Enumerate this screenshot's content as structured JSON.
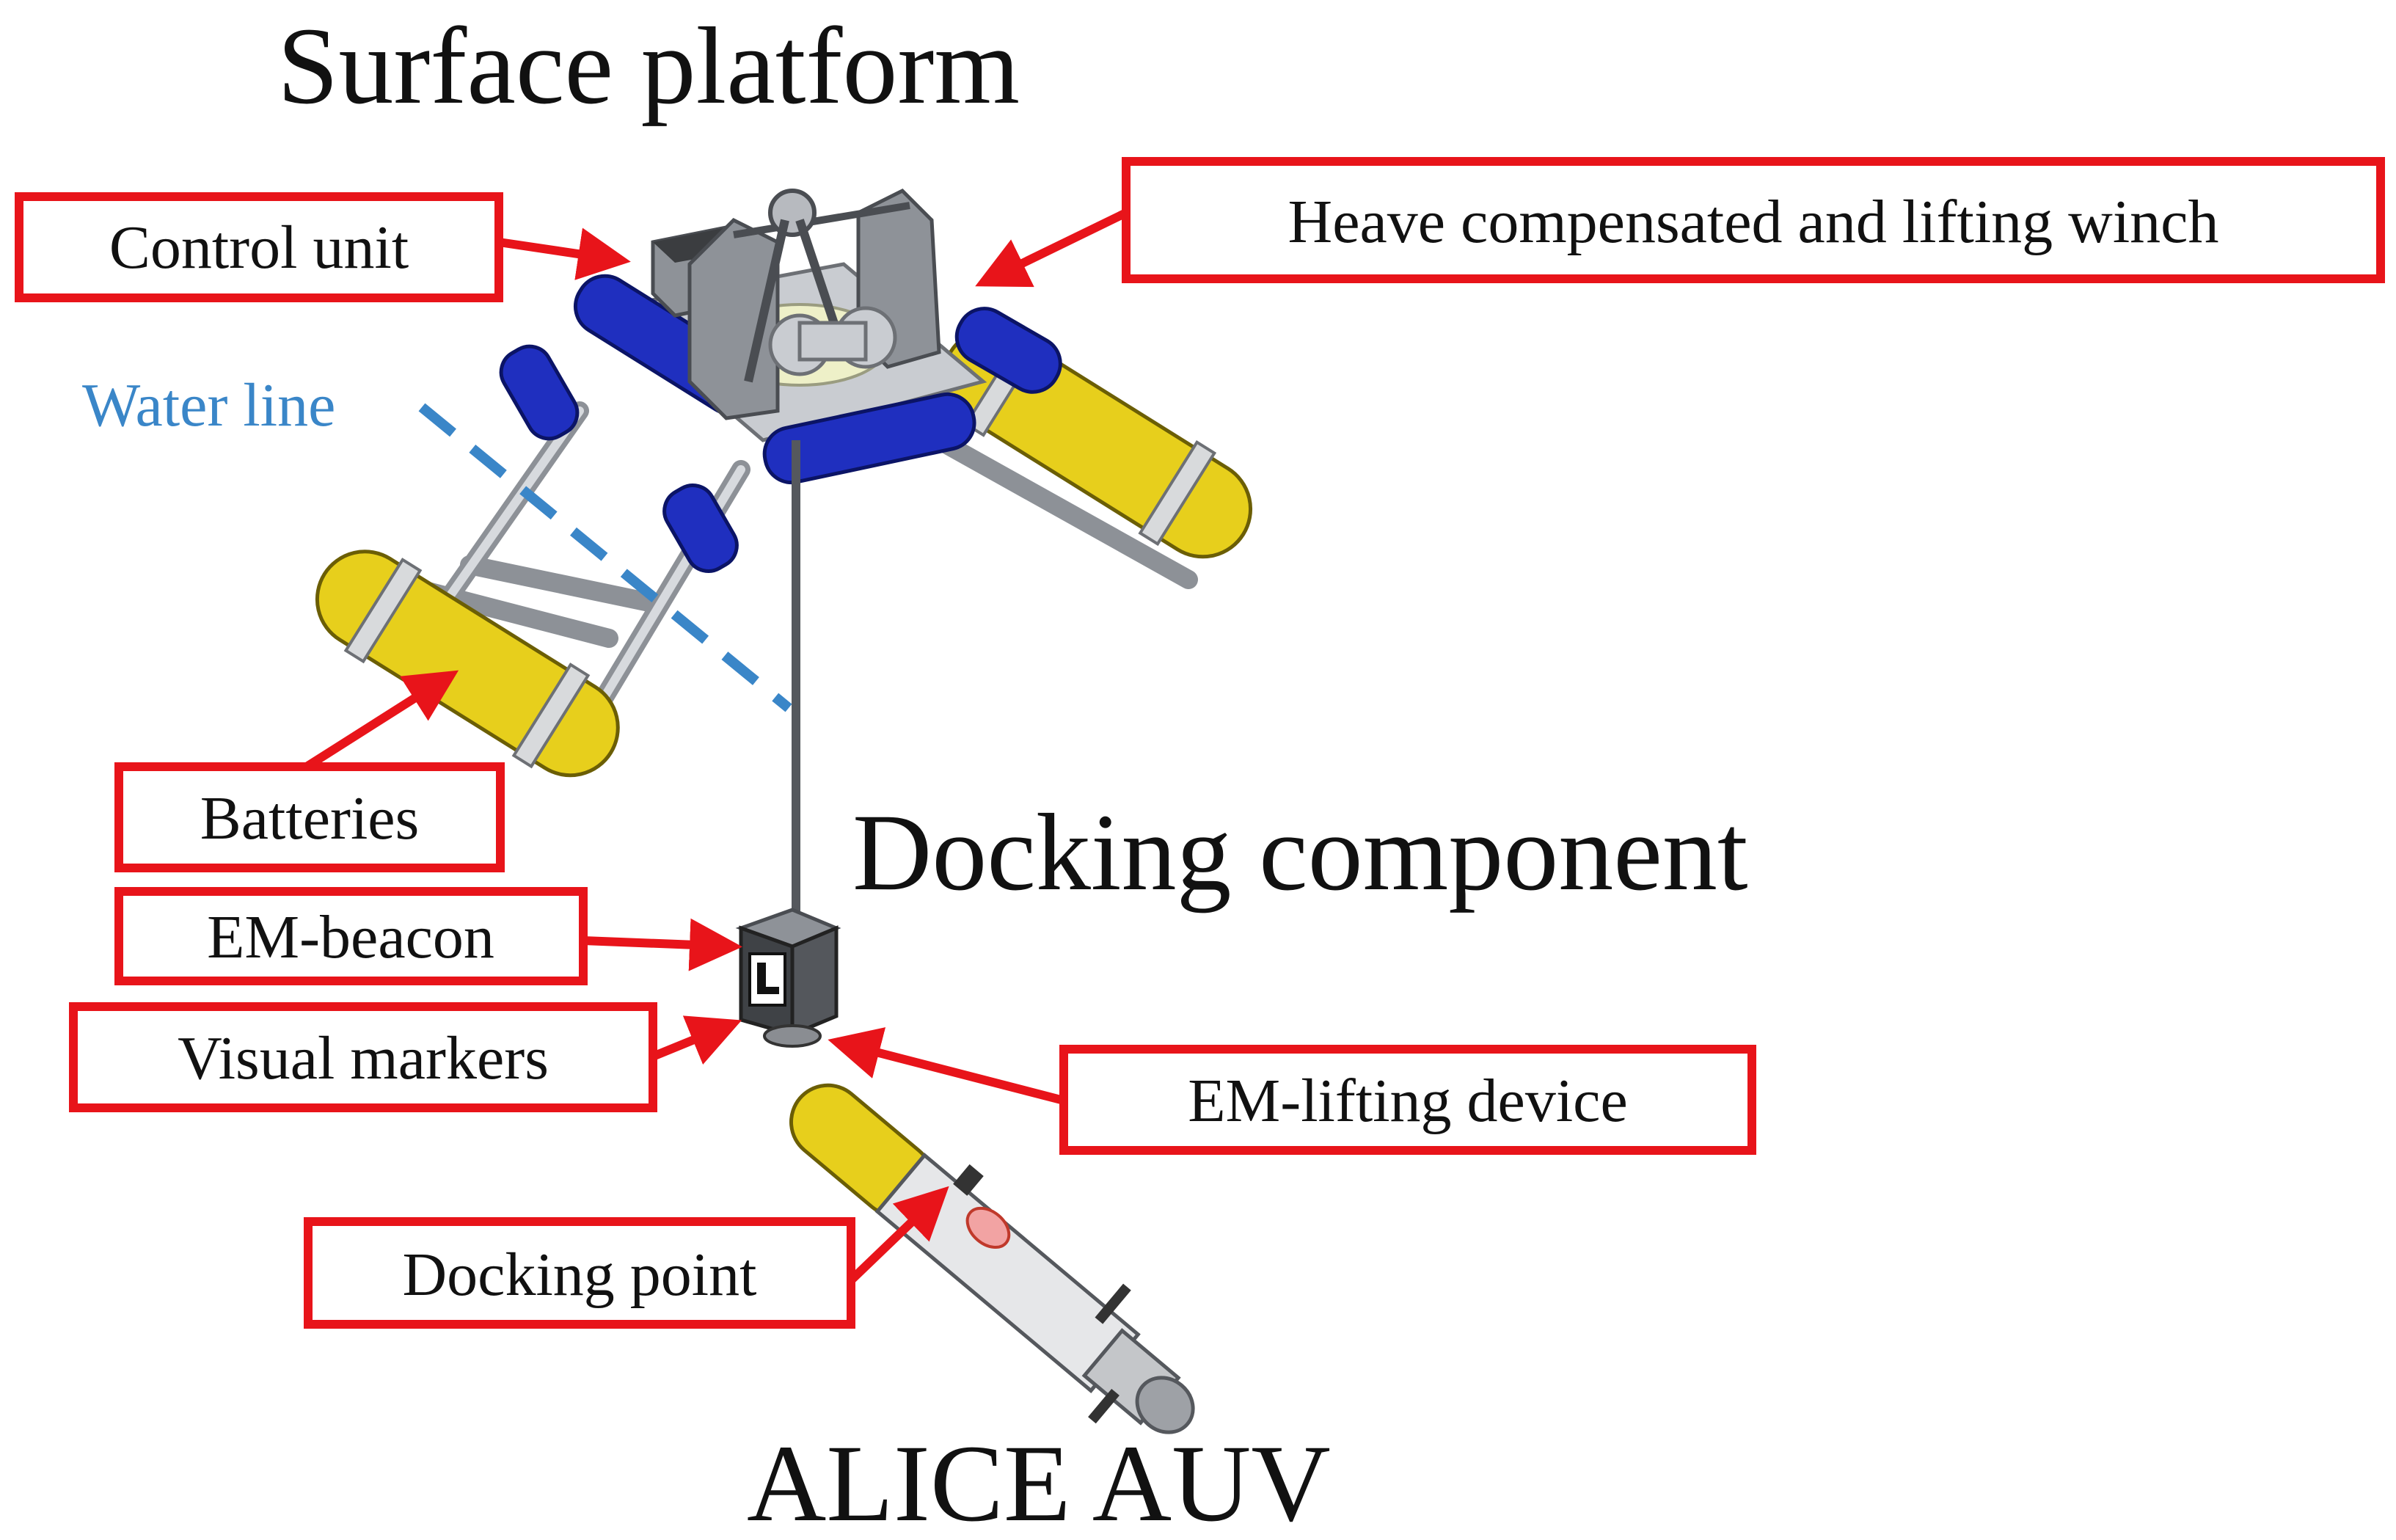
{
  "titles": {
    "surface_platform": "Surface platform",
    "docking_component": "Docking component",
    "alice_auv": "ALICE AUV"
  },
  "labels": {
    "control_unit": "Control unit",
    "winch": "Heave compensated and lifting winch",
    "water_line": "Water line",
    "batteries": "Batteries",
    "em_beacon": "EM-beacon",
    "visual_markers": "Visual markers",
    "em_lifting_device": "EM-lifting device",
    "docking_point": "Docking point"
  },
  "colors": {
    "label_border": "#e8141a",
    "arrow": "#e8141a",
    "water_line": "#3a86c8",
    "floats": "#e7cf1c",
    "fenders": "#1f2fbf"
  }
}
